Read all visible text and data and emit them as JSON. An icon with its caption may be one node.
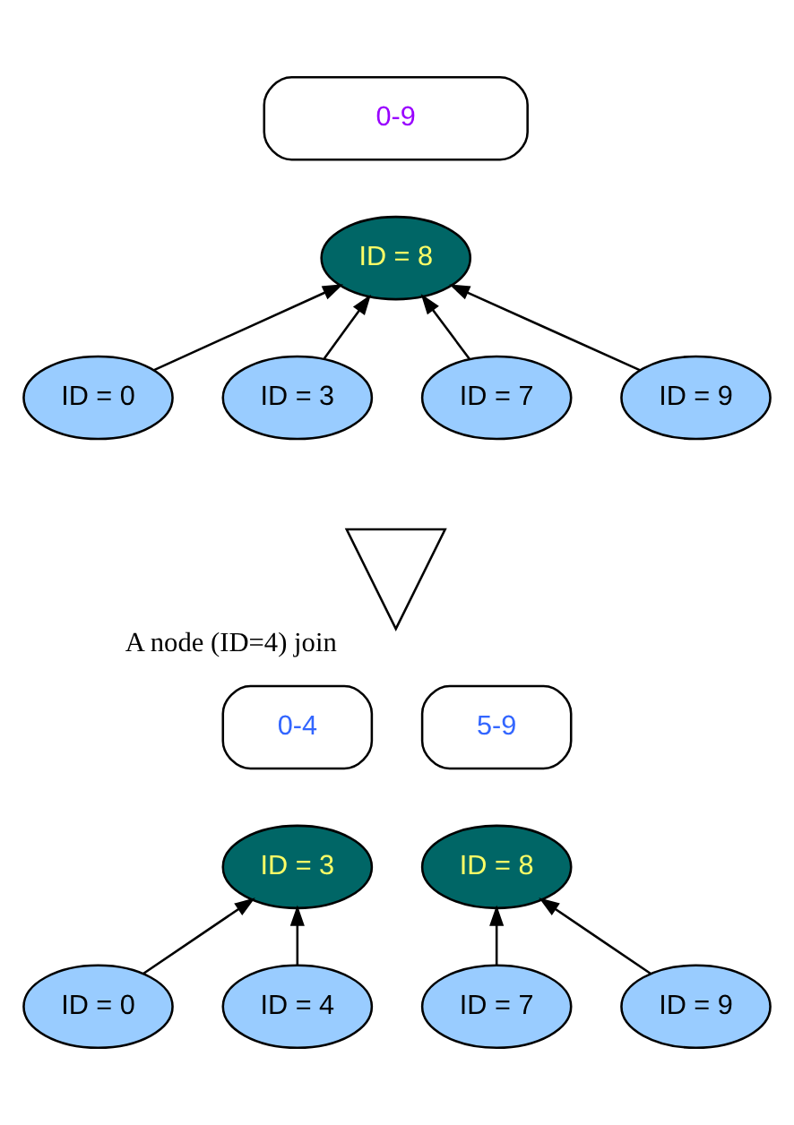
{
  "diagram": {
    "nodes": [
      {
        "text": [
          "0-9"
        ]
      },
      {
        "text": [
          "ID = 8"
        ]
      },
      {
        "text": [
          "ID = 0"
        ]
      },
      {
        "text": [
          "ID = 3"
        ]
      },
      {
        "text": [
          "ID = 7"
        ]
      },
      {
        "text": [
          "ID = 9"
        ]
      },
      {
        "text": [],
        "shape": "arrow",
        "beside": [
          "A node (ID=4) join"
        ]
      },
      {
        "text": [
          "0-4"
        ]
      },
      {
        "text": [
          "ID = 3"
        ]
      },
      {
        "text": [
          "ID = 0"
        ]
      },
      {
        "text": [
          "ID = 4"
        ]
      },
      {
        "text": [
          "5-9"
        ]
      },
      {
        "text": [
          "ID = 8"
        ]
      },
      {
        "text": [
          "ID = 7"
        ]
      },
      {
        "text": [
          "ID = 9"
        ]
      }
    ],
    "edges": [
      {
        "from": 2,
        "to": 1,
        "arrow": "to"
      },
      {
        "from": 3,
        "to": 1,
        "arrow": "to"
      },
      {
        "from": 4,
        "to": 1,
        "arrow": "to"
      },
      {
        "from": 5,
        "to": 1,
        "arrow": "to"
      },
      {
        "from": 9,
        "to": 8,
        "arrow": "to"
      },
      {
        "from": 10,
        "to": 8,
        "arrow": "to"
      },
      {
        "from": 13,
        "to": 12,
        "arrow": "to"
      },
      {
        "from": 14,
        "to": 12,
        "arrow": "to"
      }
    ]
  }
}
